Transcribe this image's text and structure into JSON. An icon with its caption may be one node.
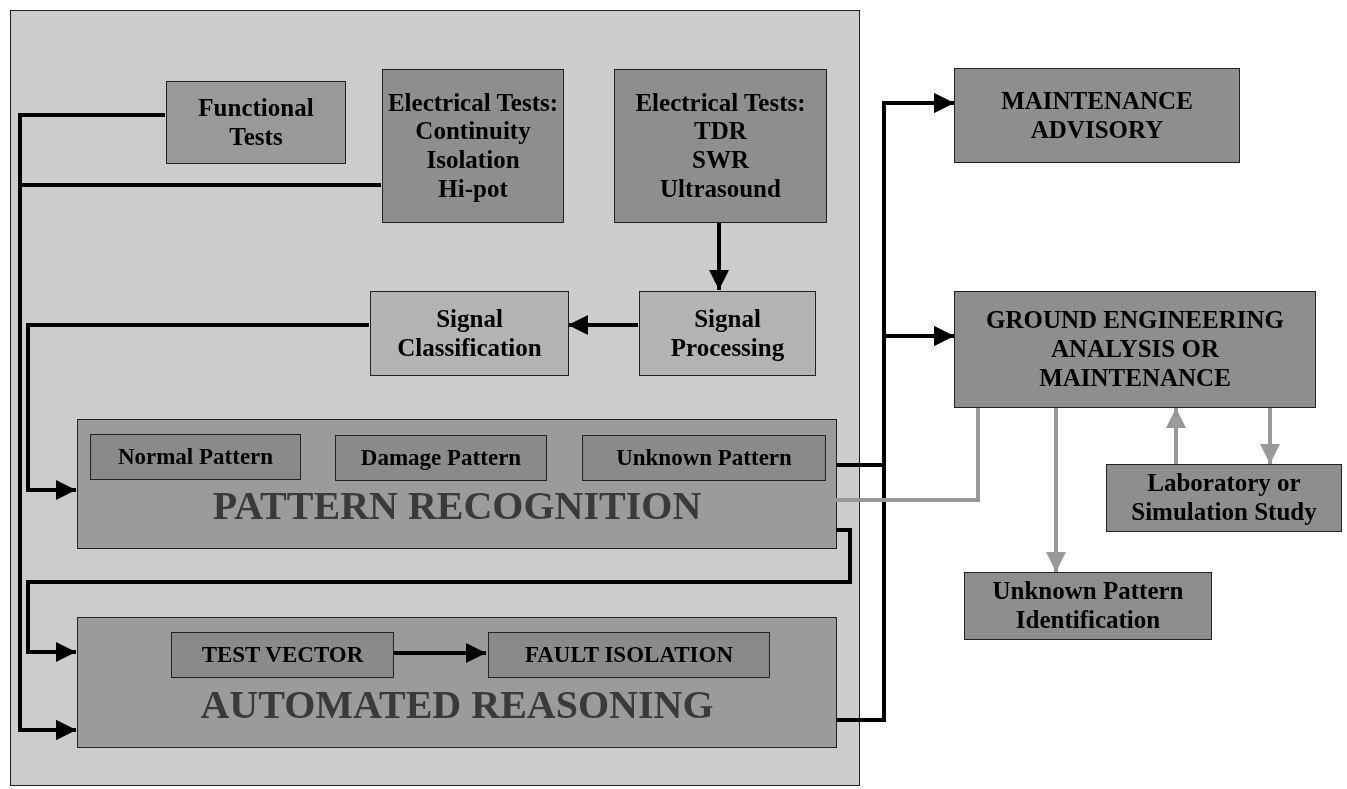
{
  "diagram": {
    "nodes": [
      {
        "text": [],
        "shape": "box"
      },
      {
        "text": [
          "Functional Tests"
        ],
        "in": 0
      },
      {
        "text": [
          "Electrical Tests:",
          "Continuity Isolation Hi-pot"
        ],
        "in": 0
      },
      {
        "text": [
          "Electrical Tests:",
          "TDR SWR Ultrasound"
        ],
        "in": 0
      },
      {
        "text": [
          "Signal Classification"
        ],
        "in": 0
      },
      {
        "text": [
          "Signal Processing"
        ],
        "in": 0
      },
      {
        "text": [
          "PATTERN RECOGNITION"
        ],
        "in": 0
      },
      {
        "text": [
          "Normal Pattern"
        ],
        "in": 6
      },
      {
        "text": [
          "Damage Pattern"
        ],
        "in": 6
      },
      {
        "text": [
          "Unknown Pattern"
        ],
        "in": 6
      },
      {
        "text": [
          "AUTOMATED REASONING"
        ],
        "in": 0
      },
      {
        "text": [
          "TEST VECTOR"
        ],
        "in": 10
      },
      {
        "text": [
          "FAULT ISOLATION"
        ],
        "in": 10
      },
      {
        "text": [
          "MAINTENANCE ADVISORY"
        ]
      },
      {
        "text": [
          "GROUND ENGINEERING ANALYSIS OR MAINTENANCE"
        ]
      },
      {
        "text": [
          "Laboratory or Simulation Study"
        ]
      },
      {
        "text": [
          "Unknown Pattern Identification"
        ]
      }
    ],
    "edges": [
      {
        "from": 1,
        "to": 10,
        "arrow": "to"
      },
      {
        "from": 2,
        "to": 10,
        "arrow": "to"
      },
      {
        "from": 3,
        "to": 5,
        "arrow": "to"
      },
      {
        "from": 5,
        "to": 4,
        "arrow": "to"
      },
      {
        "from": 4,
        "to": 6,
        "arrow": "to"
      },
      {
        "from": 6,
        "to": 10,
        "arrow": "to"
      },
      {
        "from": 6,
        "to": 13,
        "arrow": "to"
      },
      {
        "from": 6,
        "to": 14,
        "arrow": "to"
      },
      {
        "from": 10,
        "to": 13,
        "arrow": "to"
      },
      {
        "from": 10,
        "to": 14,
        "arrow": "to"
      },
      {
        "from": 6,
        "to": 14,
        "arrow": "none",
        "color": "#999999"
      },
      {
        "from": 14,
        "to": 16,
        "arrow": "to",
        "color": "#999999"
      },
      {
        "from": 15,
        "to": 14,
        "arrow": "to",
        "color": "#999999"
      },
      {
        "from": 14,
        "to": 15,
        "arrow": "to",
        "color": "#999999"
      },
      {
        "from": 11,
        "to": 12,
        "arrow": "to"
      }
    ]
  }
}
